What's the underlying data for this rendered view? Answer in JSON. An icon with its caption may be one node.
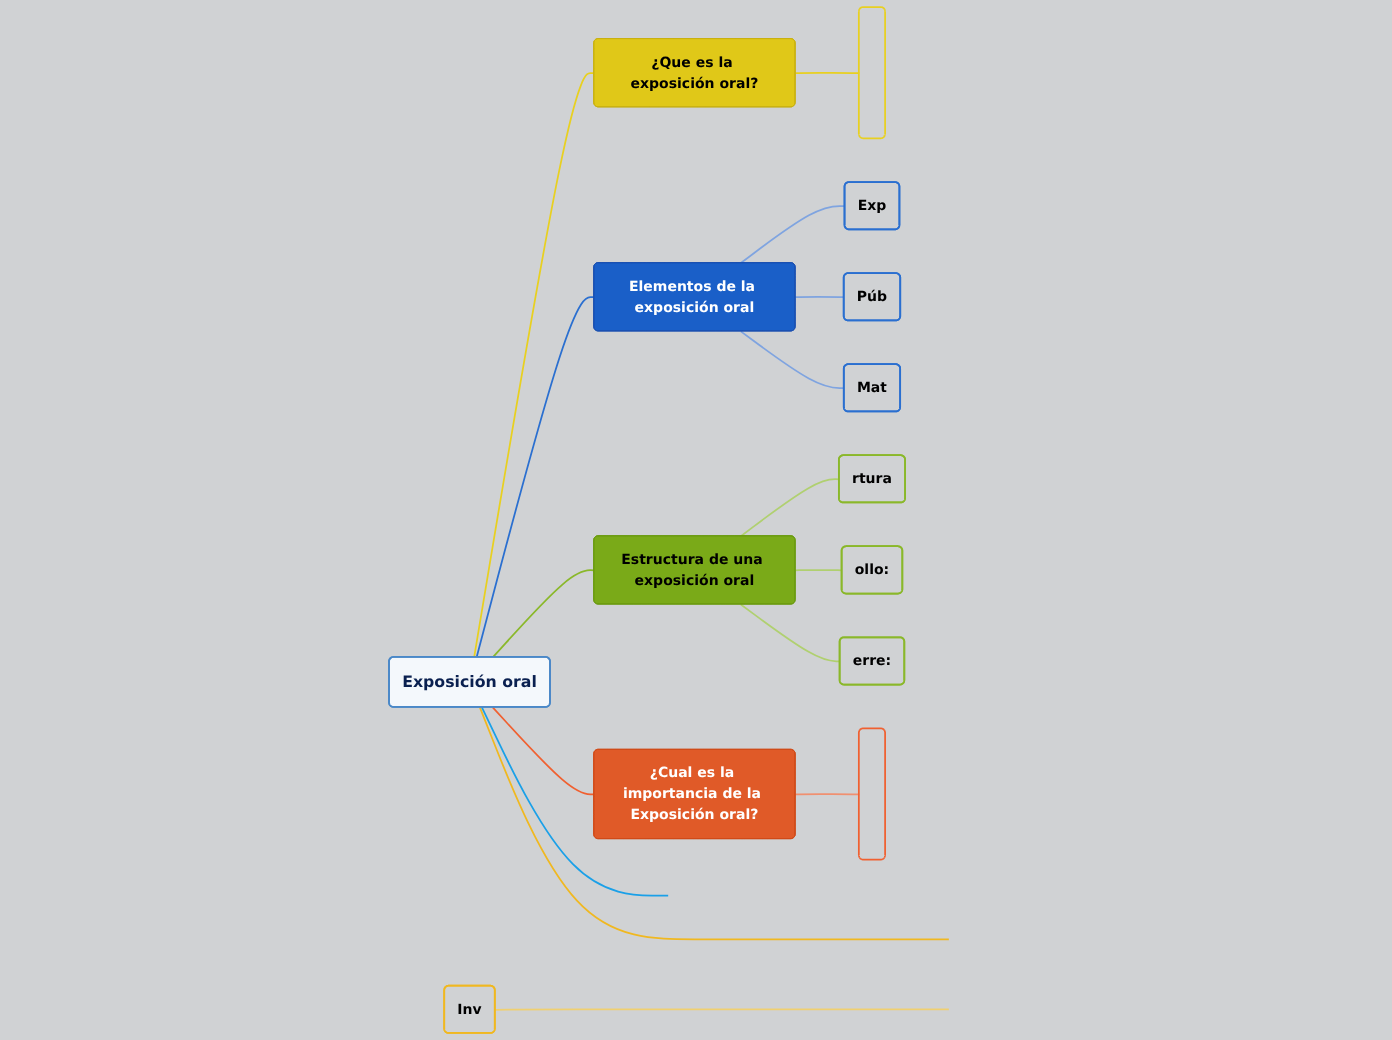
{
  "diagram": {
    "nodes": [
      {
        "text": [
          "Exposición oral"
        ]
      },
      {
        "text": [
          "¿Que es la exposición oral?"
        ]
      },
      {
        "text": [],
        "shape": "box"
      },
      {
        "text": [
          "Elementos de la exposición oral"
        ]
      },
      {
        "text": [
          "Exp"
        ]
      },
      {
        "text": [
          "Púb"
        ]
      },
      {
        "text": [
          "Mat"
        ]
      },
      {
        "text": [
          "Estructura de una exposición oral"
        ]
      },
      {
        "text": [
          "rtura"
        ]
      },
      {
        "text": [
          "ollo:"
        ]
      },
      {
        "text": [
          "erre:"
        ]
      },
      {
        "text": [
          "¿Cual es la importancia de la Exposición oral?"
        ]
      },
      {
        "text": [],
        "shape": "box"
      },
      {
        "text": [
          "Inv"
        ]
      }
    ],
    "edges": [
      {
        "from": 0,
        "to": 1,
        "arrow": "none",
        "color": "#e8d020"
      },
      {
        "from": 1,
        "to": 2,
        "arrow": "none",
        "color": "#e8d020"
      },
      {
        "from": 0,
        "to": 3,
        "arrow": "none",
        "color": "#2a6fd0"
      },
      {
        "from": 3,
        "to": 4,
        "arrow": "none",
        "color": "#7fa4e0"
      },
      {
        "from": 3,
        "to": 5,
        "arrow": "none",
        "color": "#7fa4e0"
      },
      {
        "from": 3,
        "to": 6,
        "arrow": "none",
        "color": "#7fa4e0"
      },
      {
        "from": 0,
        "to": 7,
        "arrow": "none",
        "color": "#8ab82a"
      },
      {
        "from": 7,
        "to": 8,
        "arrow": "none",
        "color": "#b0d070"
      },
      {
        "from": 7,
        "to": 9,
        "arrow": "none",
        "color": "#b0d070"
      },
      {
        "from": 7,
        "to": 10,
        "arrow": "none",
        "color": "#b0d070"
      },
      {
        "from": 0,
        "to": 11,
        "arrow": "none",
        "color": "#f06030"
      },
      {
        "from": 11,
        "to": 12,
        "arrow": "none",
        "color": "#f09070"
      },
      {
        "from": 0,
        "to": null,
        "arrow": "none",
        "color": "#f0b820"
      },
      {
        "from": 0,
        "to": null,
        "arrow": "none",
        "color": "#1aa0e8"
      },
      {
        "from": 13,
        "to": null,
        "arrow": "none",
        "color": "#f0d070"
      }
    ]
  }
}
